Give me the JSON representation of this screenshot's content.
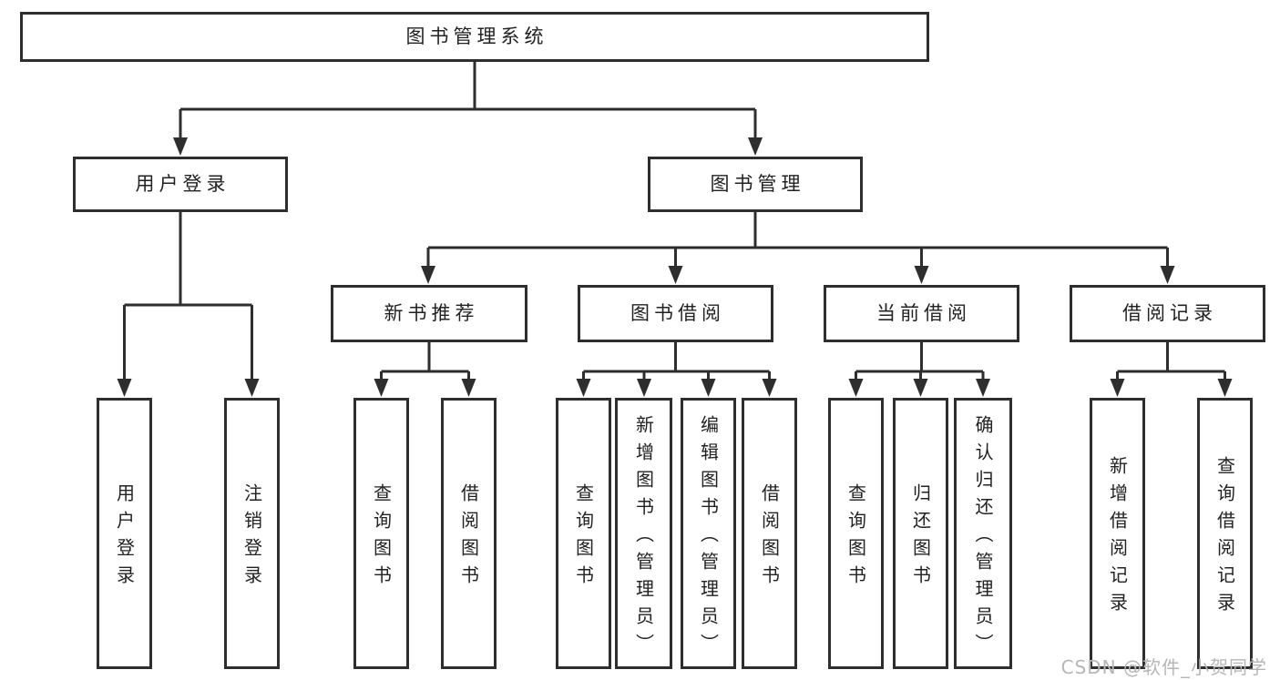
{
  "diagram": {
    "root": {
      "label": "图书管理系统"
    },
    "level2": [
      {
        "label": "用户登录",
        "children": [
          {
            "label": "用户登录"
          },
          {
            "label": "注销登录"
          }
        ]
      },
      {
        "label": "图书管理",
        "children": [
          {
            "label": "新书推荐",
            "children": [
              {
                "label": "查询图书"
              },
              {
                "label": "借阅图书"
              }
            ]
          },
          {
            "label": "图书借阅",
            "children": [
              {
                "label": "查询图书"
              },
              {
                "label": "新增图书（管理员）"
              },
              {
                "label": "编辑图书（管理员）"
              },
              {
                "label": "借阅图书"
              }
            ]
          },
          {
            "label": "当前借阅",
            "children": [
              {
                "label": "查询图书"
              },
              {
                "label": "归还图书"
              },
              {
                "label": "确认归还（管理员）"
              }
            ]
          },
          {
            "label": "借阅记录",
            "children": [
              {
                "label": "新增借阅记录"
              },
              {
                "label": "查询借阅记录"
              }
            ]
          }
        ]
      }
    ],
    "colors": {
      "line": "#2e2e2e",
      "text": "#222222",
      "background": "#ffffff",
      "watermark": "#b6b6b6"
    }
  },
  "watermark": {
    "text": "CSDN @软件_小贺同学"
  }
}
